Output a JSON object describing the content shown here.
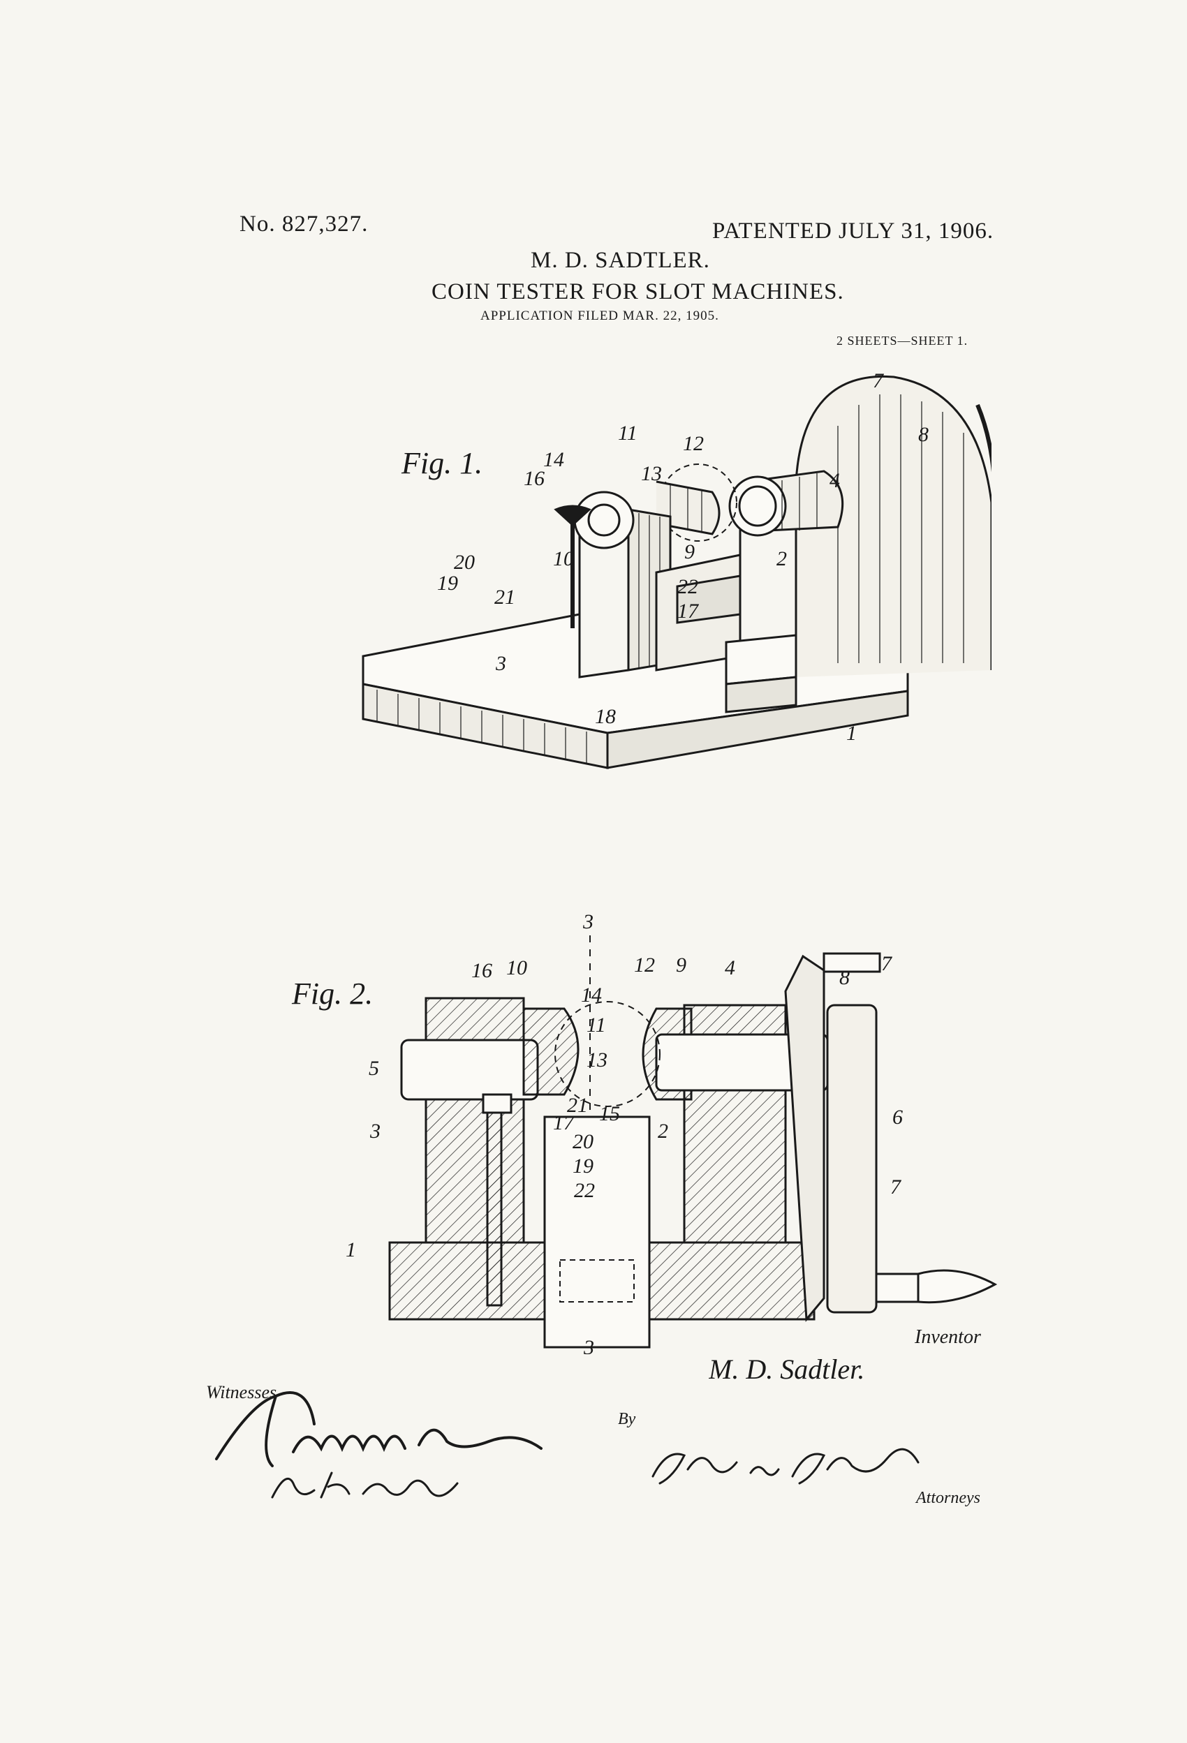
{
  "header": {
    "patent_number": "No. 827,327.",
    "patent_date": "PATENTED JULY 31, 1906.",
    "inventor": "M. D. SADTLER.",
    "title": "COIN TESTER FOR SLOT MACHINES.",
    "filing": "APPLICATION FILED MAR. 22, 1905.",
    "sheets": "2 SHEETS—SHEET 1."
  },
  "figure1": {
    "label": "Fig. 1.",
    "refs": [
      "7",
      "8",
      "11",
      "12",
      "14",
      "13",
      "16",
      "4",
      "10",
      "9",
      "2",
      "22",
      "20",
      "17",
      "19",
      "21",
      "3",
      "18",
      "1"
    ]
  },
  "figure2": {
    "label": "Fig. 2.",
    "refs": [
      "3",
      "7",
      "16",
      "10",
      "12",
      "9",
      "4",
      "8",
      "14",
      "11",
      "5",
      "13",
      "21",
      "15",
      "3",
      "17",
      "2",
      "6",
      "20",
      "19",
      "22",
      "7",
      "1",
      "3"
    ]
  },
  "signatures": {
    "inventor_caption": "Inventor",
    "inventor_signature": "M. D. Sadtler.",
    "witnesses_caption": "Witnesses",
    "by_caption": "By",
    "attorneys_caption": "Attorneys"
  },
  "colors": {
    "ink": "#1a1a1a",
    "paper": "#f7f6f1"
  }
}
